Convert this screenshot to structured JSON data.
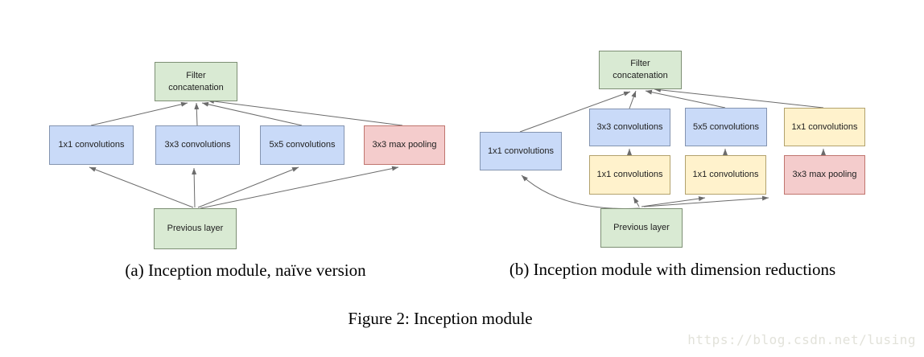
{
  "figure": {
    "caption": "Figure 2: Inception module"
  },
  "watermark": "https://blog.csdn.net/lusing",
  "palette": {
    "box_blue_fill": "#c9daf8",
    "box_green_fill": "#d9ead3",
    "box_yellow_fill": "#fff2cc",
    "box_red_fill": "#f4cccc",
    "arrow_gray": "#6b6b6b",
    "watermark_gray": "#e2e2da"
  },
  "diagram_a": {
    "caption": "(a) Inception module, naïve version",
    "nodes": [
      {
        "id": "filter-concatenation",
        "label": "Filter\nconcatenation",
        "type": "green"
      },
      {
        "id": "conv-1x1",
        "label": "1x1 convolutions",
        "type": "blue"
      },
      {
        "id": "conv-3x3",
        "label": "3x3 convolutions",
        "type": "blue"
      },
      {
        "id": "conv-5x5",
        "label": "5x5 convolutions",
        "type": "blue"
      },
      {
        "id": "max-pool-3x3",
        "label": "3x3 max pooling",
        "type": "red"
      },
      {
        "id": "previous-layer",
        "label": "Previous layer",
        "type": "green"
      }
    ]
  },
  "diagram_b": {
    "caption": "(b) Inception module with dimension reductions",
    "nodes": [
      {
        "id": "filter-concatenation",
        "label": "Filter\nconcatenation",
        "type": "green"
      },
      {
        "id": "conv-1x1-direct",
        "label": "1x1 convolutions",
        "type": "blue"
      },
      {
        "id": "conv-3x3",
        "label": "3x3 convolutions",
        "type": "blue"
      },
      {
        "id": "conv-5x5",
        "label": "5x5 convolutions",
        "type": "blue"
      },
      {
        "id": "conv-1x1-after-pool",
        "label": "1x1 convolutions",
        "type": "yellow"
      },
      {
        "id": "conv-1x1-reduce-3x3",
        "label": "1x1 convolutions",
        "type": "yellow"
      },
      {
        "id": "conv-1x1-reduce-5x5",
        "label": "1x1 convolutions",
        "type": "yellow"
      },
      {
        "id": "max-pool-3x3",
        "label": "3x3 max pooling",
        "type": "red"
      },
      {
        "id": "previous-layer",
        "label": "Previous layer",
        "type": "green"
      }
    ]
  }
}
